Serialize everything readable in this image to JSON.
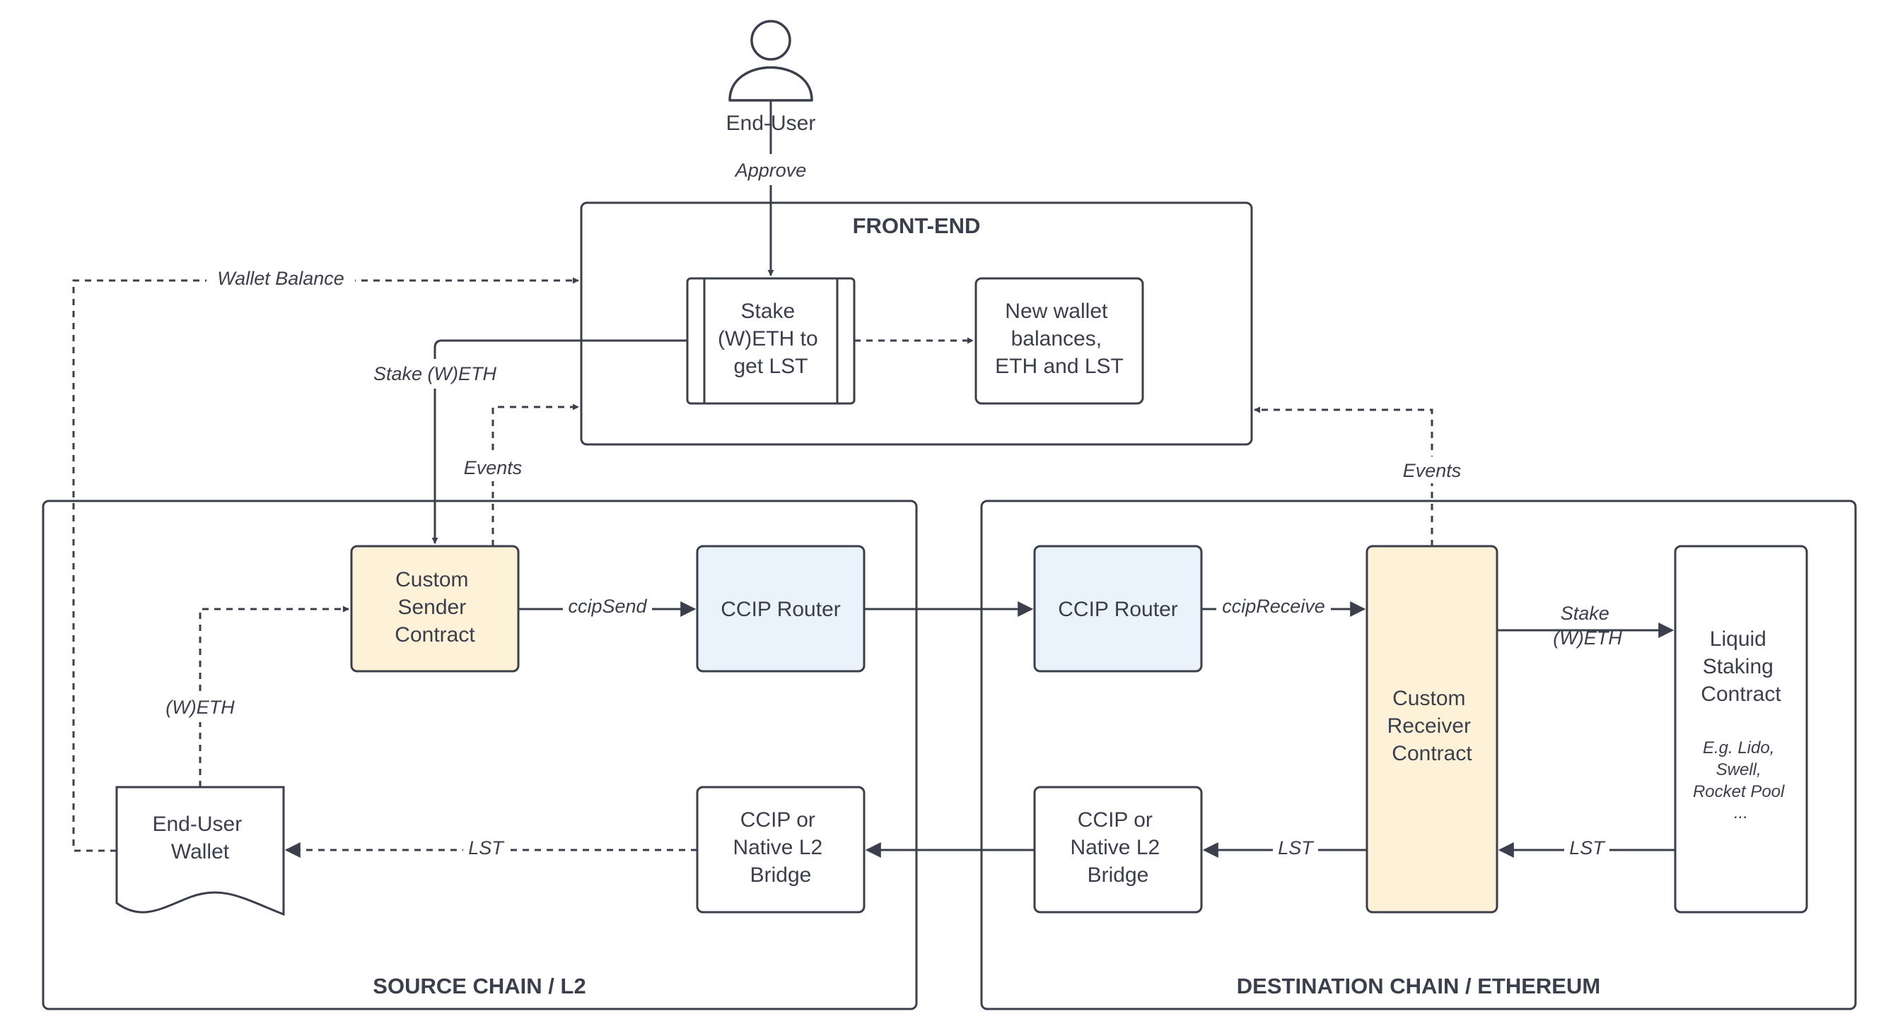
{
  "colors": {
    "stroke": "#3a3f4b",
    "contract_fill": "#fdf1d8",
    "router_fill": "#eaf2fc",
    "plain_fill": "#ffffff"
  },
  "actor": {
    "label": "End-User",
    "icon": "person-icon"
  },
  "zones": {
    "front_end": "FRONT-END",
    "source_chain": "SOURCE CHAIN / L2",
    "destination_chain": "DESTINATION CHAIN / ETHEREUM"
  },
  "nodes": {
    "stake_process": [
      "Stake",
      "(W)ETH to",
      "get LST"
    ],
    "new_balances": [
      "New wallet",
      "balances,",
      "ETH and LST"
    ],
    "custom_sender": [
      "Custom",
      "Sender",
      "Contract"
    ],
    "ccip_router_source": [
      "CCIP Router"
    ],
    "end_user_wallet": [
      "End-User",
      "Wallet"
    ],
    "bridge_source": [
      "CCIP or",
      "Native L2",
      "Bridge"
    ],
    "ccip_router_dest": [
      "CCIP Router"
    ],
    "custom_receiver": [
      "Custom",
      "Receiver",
      "Contract"
    ],
    "liquid_staking": [
      "Liquid",
      "Staking",
      "Contract"
    ],
    "liquid_staking_examples": [
      "E.g. Lido,",
      "Swell,",
      "Rocket Pool",
      "..."
    ],
    "bridge_dest": [
      "CCIP or",
      "Native L2",
      "Bridge"
    ]
  },
  "edges": {
    "approve": "Approve",
    "wallet_balance": "Wallet Balance",
    "stake_weth": "Stake (W)ETH",
    "events_source": "Events",
    "events_dest": "Events",
    "ccip_send": "ccipSend",
    "ccip_receive": "ccipReceive",
    "weth": "(W)ETH",
    "stake_weth_dest": [
      "Stake",
      "(W)ETH"
    ],
    "lst_source": "LST",
    "lst_dest_bridge": "LST",
    "lst_staking": "LST"
  }
}
